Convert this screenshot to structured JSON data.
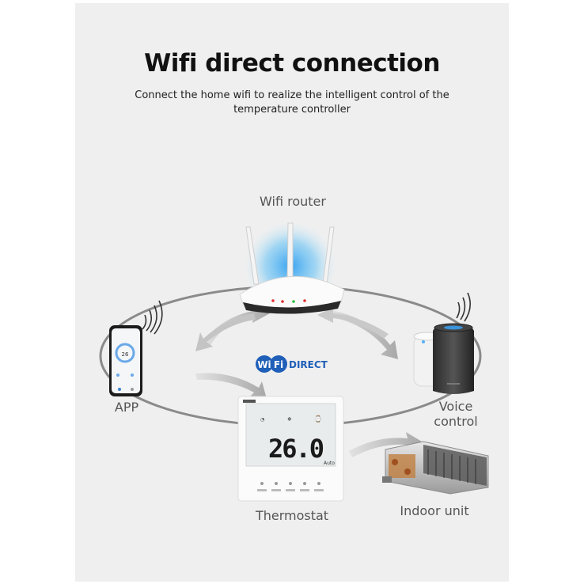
{
  "header": {
    "title": "Wifi direct connection",
    "subtitle": "Connect the home wifi to realize the intelligent control of the temperature controller"
  },
  "diagram": {
    "router_label": "Wifi router",
    "app_label": "APP",
    "voice_label": "Voice control",
    "thermostat_label": "Thermostat",
    "indoor_label": "Indoor unit",
    "wifi_direct_logo": {
      "wi": "Wi",
      "fi": "Fi",
      "direct": "DIRECT"
    },
    "thermostat_temp": "26.0",
    "thermostat_mode": "Auto",
    "phone_temp": "26"
  },
  "colors": {
    "background": "#efefef",
    "accent": "#2f7fd0",
    "ring": "#8a8a8a"
  }
}
